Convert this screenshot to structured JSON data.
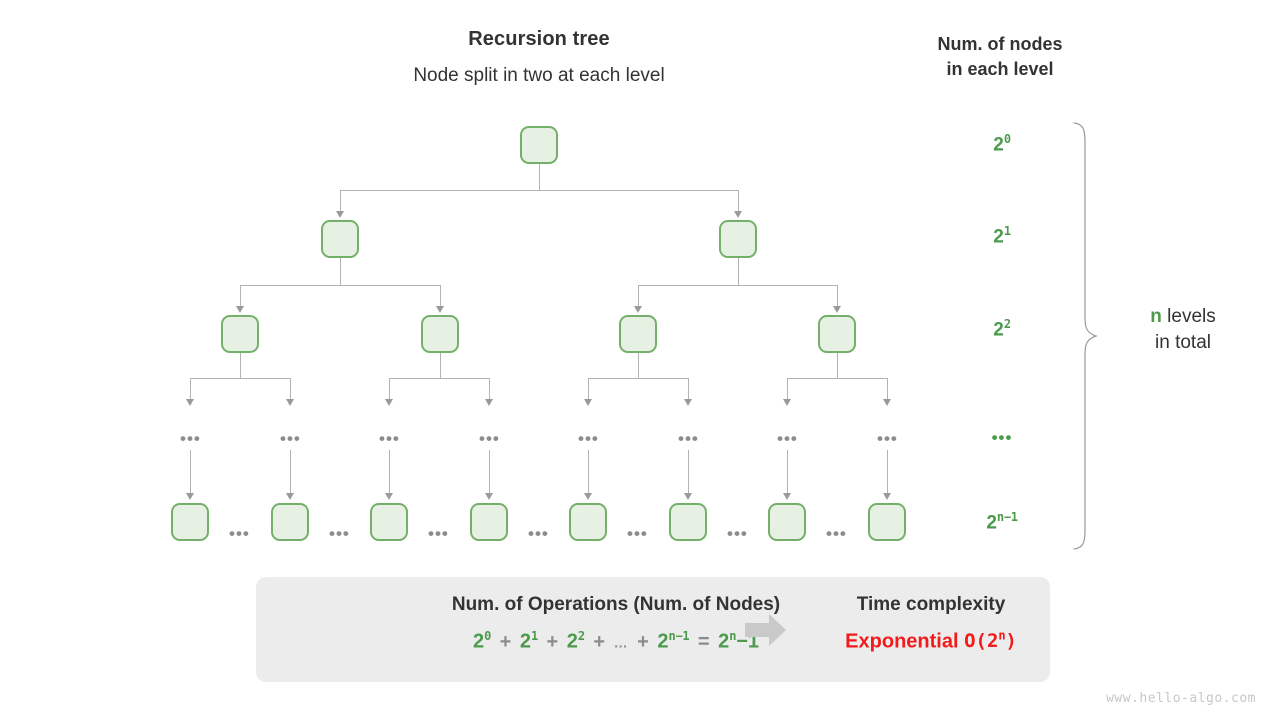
{
  "header": {
    "title": "Recursion tree",
    "subtitle": "Node split in two at each level",
    "column_title_line1": "Num. of nodes",
    "column_title_line2": "in each level"
  },
  "colors": {
    "node_fill": "#e7f1e3",
    "node_border": "#74b06a",
    "green_text": "#4c9a4c",
    "red_text": "#f21a1a",
    "line_gray": "#b3b3b3",
    "panel_bg": "#ececec",
    "text_dark": "#333333"
  },
  "levels": [
    {
      "index": 0,
      "node_count_base": "2",
      "node_count_exp": "0",
      "nodes": 1
    },
    {
      "index": 1,
      "node_count_base": "2",
      "node_count_exp": "1",
      "nodes": 2
    },
    {
      "index": 2,
      "node_count_base": "2",
      "node_count_exp": "2",
      "nodes": 4
    },
    {
      "index": 3,
      "node_count_base": "",
      "node_count_exp": "",
      "label": "•••",
      "nodes": 8
    },
    {
      "index": 4,
      "node_count_base": "2",
      "node_count_exp": "n−1",
      "nodes": 8
    }
  ],
  "ellipsis": "•••",
  "brace": {
    "total_levels_var": "n",
    "total_levels_text": "levels",
    "total_levels_line2": "in total"
  },
  "summary": {
    "operations_heading": "Num. of Operations (Num. of Nodes)",
    "formula": {
      "terms": [
        {
          "base": "2",
          "exp": "0"
        },
        {
          "base": "2",
          "exp": "1"
        },
        {
          "base": "2",
          "exp": "2"
        }
      ],
      "plus": "+",
      "ellipsis": "…",
      "last_term": {
        "base": "2",
        "exp": "n−1"
      },
      "equals": "=",
      "result": {
        "base": "2",
        "exp": "n",
        "suffix": "−1"
      }
    },
    "complexity_heading": "Time complexity",
    "complexity_name": "Exponential",
    "complexity_bigo_prefix": "O(2",
    "complexity_bigo_exp": "n",
    "complexity_bigo_suffix": ")"
  },
  "watermark": "www.hello-algo.com"
}
